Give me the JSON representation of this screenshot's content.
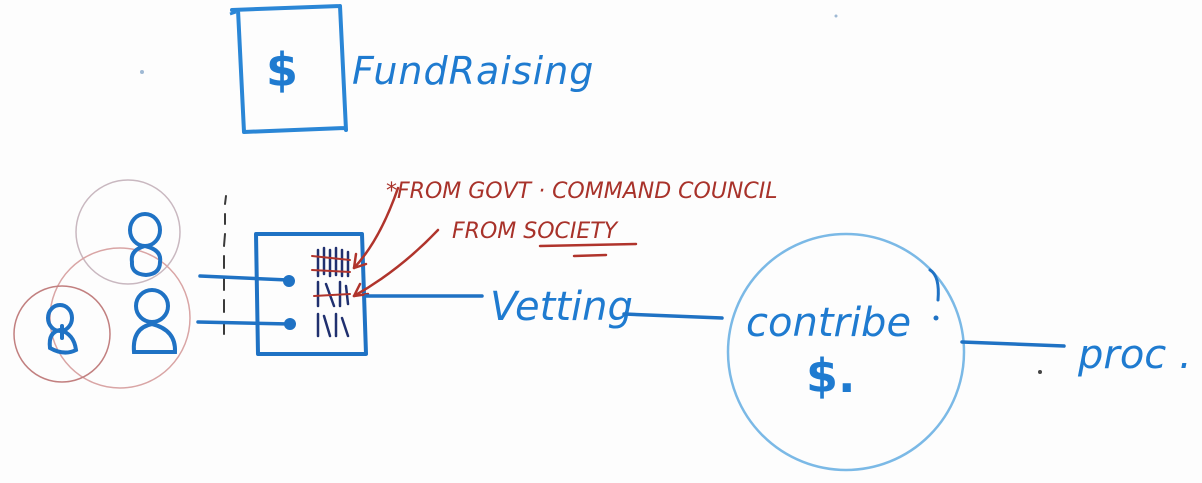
{
  "title": {
    "icon_symbol": "$",
    "text": "FundRaising"
  },
  "notes": {
    "govt": "*FROM GOVT · COMMAND COUNCIL",
    "society_prefix": "FROM ",
    "society_underlined": "SOCIETY"
  },
  "flow": {
    "vetting": "Vetting",
    "contribute_line1": "contribe",
    "contribute_line2": "$.",
    "proc": "proc ."
  },
  "colors": {
    "blue_marker": "#1f7bd0",
    "red_marker": "#a8322a",
    "light_blue_circle": "#7bb9e6",
    "faint_red_circle": "#d9a5a5"
  }
}
